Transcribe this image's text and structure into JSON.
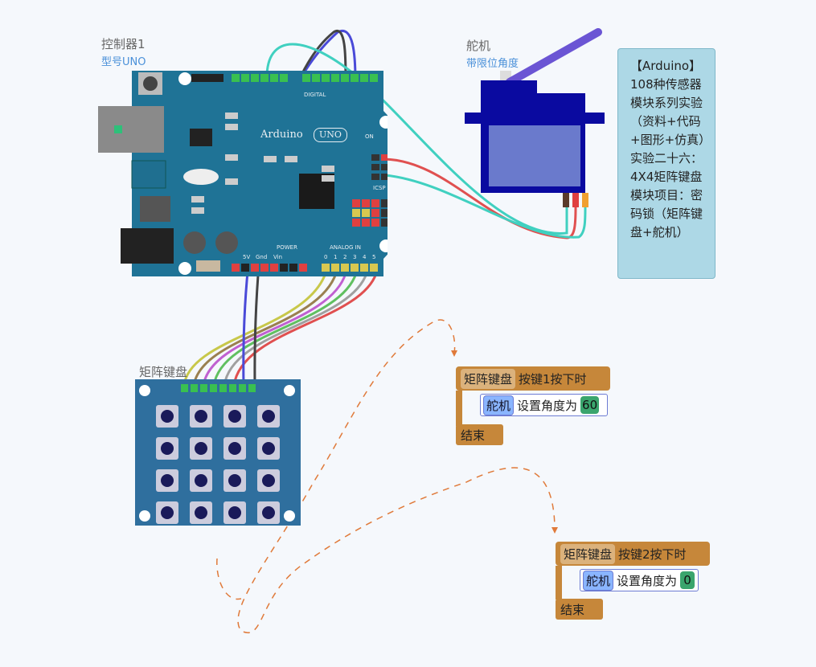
{
  "controller": {
    "title": "控制器1",
    "model": "型号UNO"
  },
  "servo": {
    "title": "舵机",
    "subtitle": "带限位角度"
  },
  "keypad": {
    "title": "矩阵键盘"
  },
  "board": {
    "brand": "Arduino",
    "uno": "UNO",
    "digital_label": "DIGITAL",
    "power_label": "POWER",
    "analog_label": "ANALOG IN",
    "icsp_label": "ICSP",
    "on_label": "ON",
    "power_pins": [
      "5V",
      "Gnd",
      "Vin"
    ],
    "analog_pins": [
      "0",
      "1",
      "2",
      "3",
      "4",
      "5"
    ]
  },
  "note": {
    "text": "【Arduino】108种传感器模块系列实验（资料+代码+图形+仿真）实验二十六：4X4矩阵键盘模块项目：密码锁（矩阵键盘+舵机）"
  },
  "program": {
    "blocks": [
      {
        "event_pill": "矩阵键盘",
        "event_text": "按键1按下时",
        "cmd_pill": "舵机",
        "cmd_text": "设置角度为",
        "value": "60",
        "end": "结束"
      },
      {
        "event_pill": "矩阵键盘",
        "event_text": "按键2按下时",
        "cmd_pill": "舵机",
        "cmd_text": "设置角度为",
        "value": "0",
        "end": "结束"
      }
    ]
  },
  "colors": {
    "board": "#1f7396",
    "servo_body": "#0a0aa0",
    "servo_arm": "#6b55d4",
    "keypad": "#2f6f9e",
    "block_event": "#c6873a",
    "block_cmd_pill": "#8ab5ff",
    "value_bg": "#3aa56d",
    "flow_line": "#e07a3a"
  }
}
